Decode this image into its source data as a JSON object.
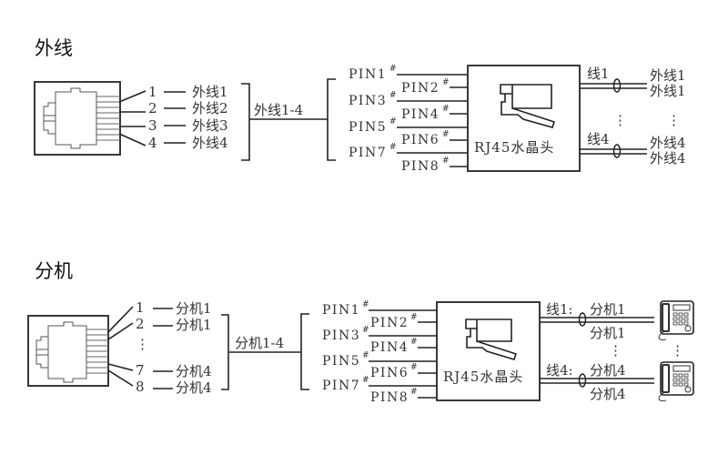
{
  "sections": {
    "outside": {
      "title": "外线",
      "pins": [
        {
          "num": "1",
          "label": "外线1"
        },
        {
          "num": "2",
          "label": "外线2"
        },
        {
          "num": "3",
          "label": "外线3"
        },
        {
          "num": "4",
          "label": "外线4"
        }
      ],
      "group_label": "外线1-4",
      "rj45_pins": [
        "PIN1",
        "PIN2",
        "PIN3",
        "PIN4",
        "PIN5",
        "PIN6",
        "PIN7",
        "PIN8"
      ],
      "pin_mark": "#",
      "connector_label": "RJ45水晶头",
      "lines": [
        {
          "wire": "线1",
          "out_a": "外线1",
          "out_b": "外线1"
        },
        {
          "wire": "线4",
          "out_a": "外线4",
          "out_b": "外线4"
        }
      ],
      "ellipsis": "⋮"
    },
    "extension": {
      "title": "分机",
      "pins": [
        {
          "num": "1",
          "label": "分机1"
        },
        {
          "num": "2",
          "label": "分机1"
        },
        {
          "num": "7",
          "label": "分机4"
        },
        {
          "num": "8",
          "label": "分机4"
        }
      ],
      "group_label": "分机1-4",
      "rj45_pins": [
        "PIN1",
        "PIN2",
        "PIN3",
        "PIN4",
        "PIN5",
        "PIN6",
        "PIN7",
        "PIN8"
      ],
      "pin_mark": "#",
      "connector_label": "RJ45水晶头",
      "lines": [
        {
          "wire": "线1:",
          "out_a": "分机1",
          "out_b": "分机1"
        },
        {
          "wire": "线4:",
          "out_a": "分机4",
          "out_b": "分机4"
        }
      ],
      "ellipsis": "⋮",
      "device_icon": "telephone-icon"
    }
  }
}
